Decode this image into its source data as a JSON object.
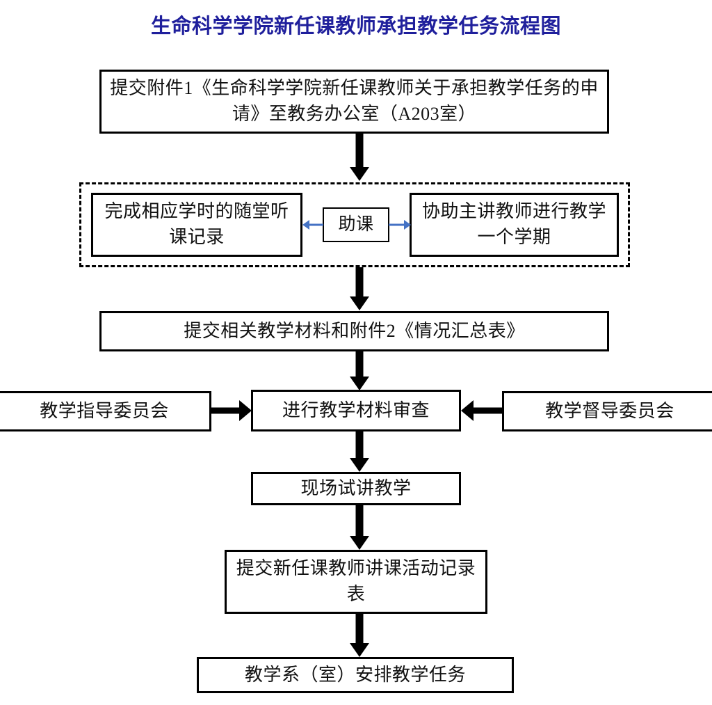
{
  "page": {
    "title": "生命科学学院新任课教师承担教学任务流程图",
    "title_color": "#1f1f9c",
    "background": "#ffffff",
    "box_border_color": "#000000",
    "arrow_color": "#000000",
    "blue_arrow_color": "#4472c4"
  },
  "flow": {
    "step_submit_application": "提交附件1《生命科学学院新任课教师关于承担教学任务的申请》至教务办公室（A203室）",
    "assist_group": {
      "left_box": "完成相应学时的随堂听课记录",
      "center_box": "助课",
      "right_box": "协助主讲教师进行教学一个学期"
    },
    "step_submit_materials": "提交相关教学材料和附件2《情况汇总表》",
    "review_row": {
      "left_box": "教学指导委员会",
      "center_box": "进行教学材料审查",
      "right_box": "教学督导委员会"
    },
    "step_trial_lecture": "现场试讲教学",
    "step_submit_record": "提交新任课教师讲课活动记录表",
    "step_assign_task": "教学系（室）安排教学任务"
  },
  "connectors": {
    "submit_to_assist": "down-arrow",
    "assist_to_materials": "down-arrow",
    "materials_to_review": "down-arrow",
    "guidance_to_review": "right-arrow",
    "supervision_to_review": "left-arrow",
    "review_to_trial": "down-arrow",
    "trial_to_record": "down-arrow",
    "record_to_assign": "down-arrow",
    "assist_center_to_left": "left-arrow-blue",
    "assist_center_to_right": "right-arrow-blue"
  }
}
